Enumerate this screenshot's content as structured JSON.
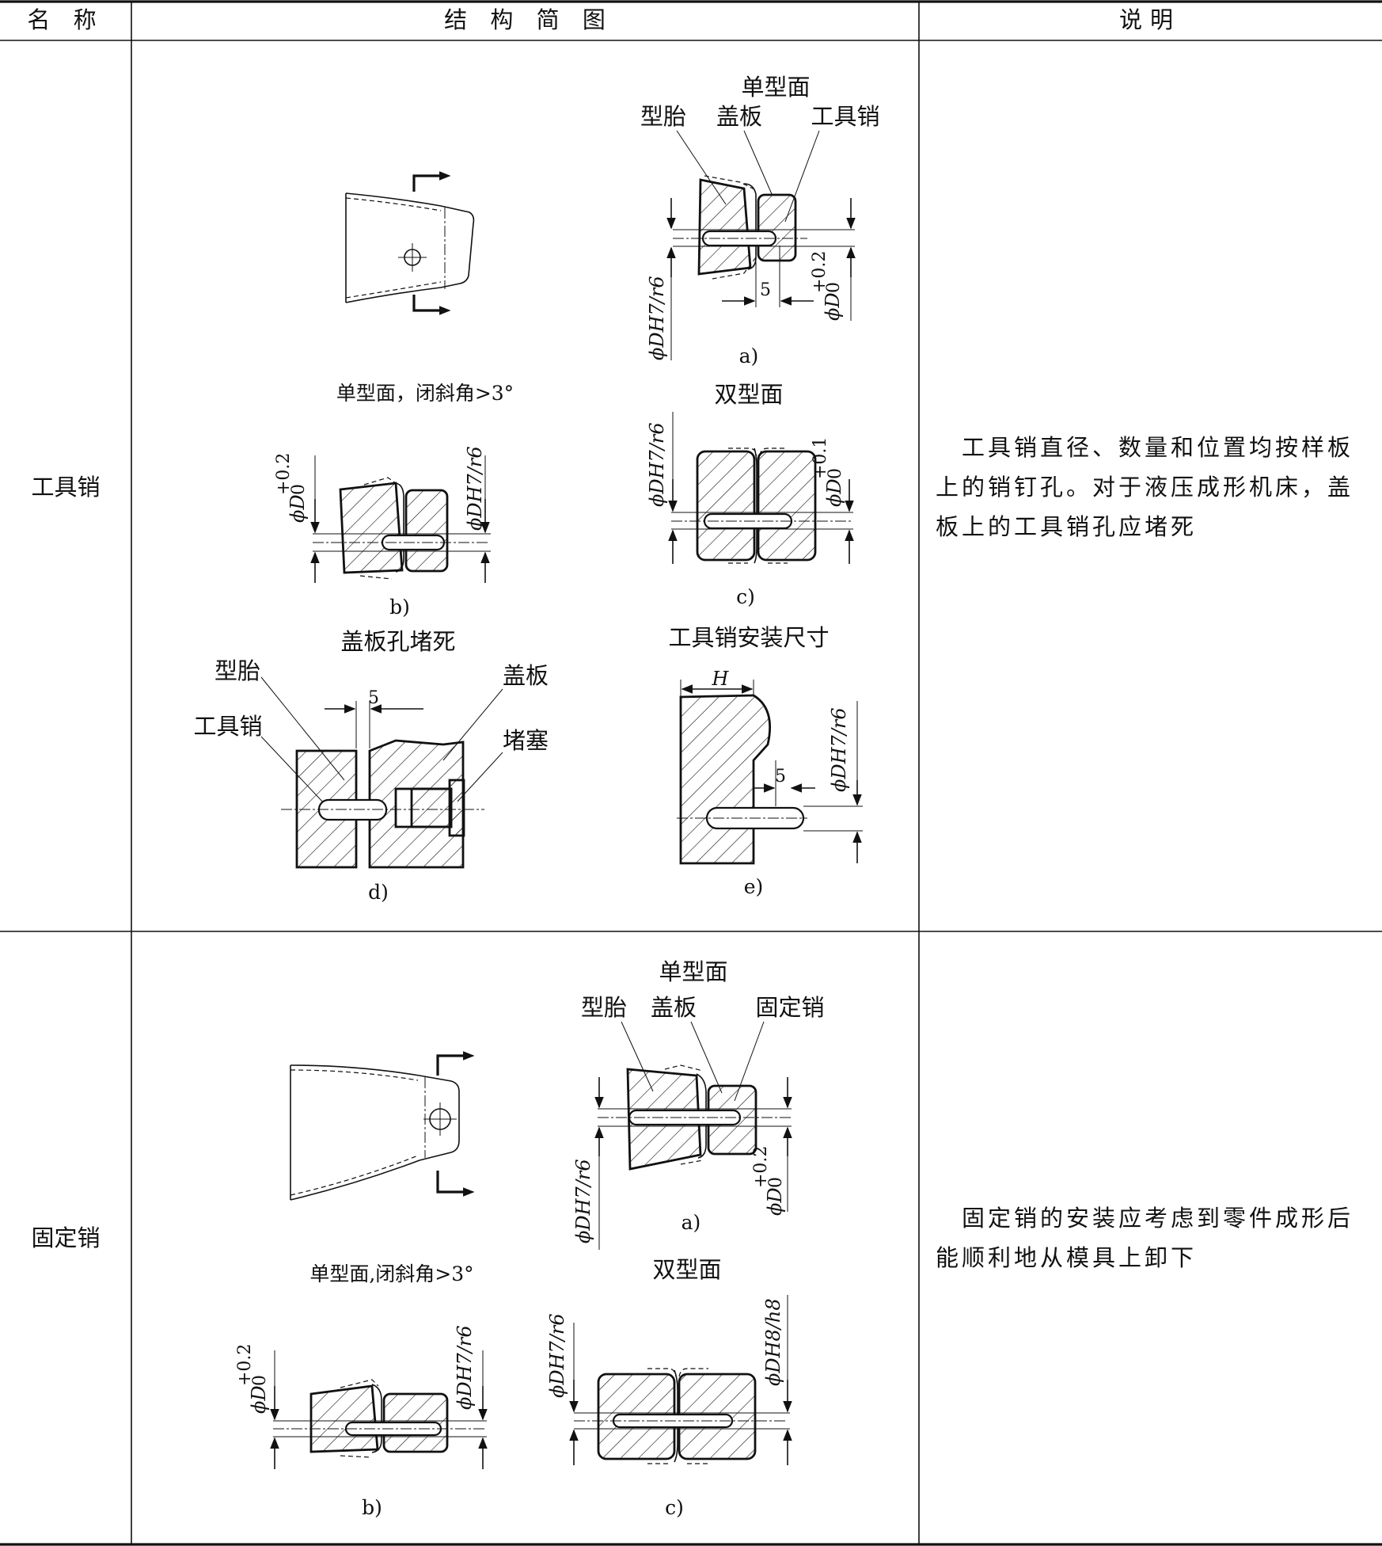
{
  "table": {
    "headers": [
      "名 称",
      "结 构 简 图",
      "说明"
    ],
    "rows": [
      {
        "name": "工具销",
        "description_lines": [
          "工具销直径、数量和位置均按样板",
          "上的销钉孔。对于液压成形机床，盖",
          "板上的工具销孔应堵死"
        ],
        "sketch_caption_main": "单型面，闭斜角>3°",
        "labels": {
          "single_face": "单型面",
          "die": "型胎",
          "cover": "盖板",
          "pin": "工具销",
          "double_face": "双型面",
          "plug_title": "盖板孔堵死",
          "plug": "堵塞",
          "install_title": "工具销安装尺寸",
          "h": "H"
        },
        "fig_labels": [
          "a)",
          "b)",
          "c)",
          "d)",
          "e)"
        ],
        "dims": {
          "fit": "ϕDH7/r6",
          "tol_base": "ϕD",
          "tol_up_02": "+0.2",
          "tol_up_01": "+0.1",
          "tol_low": "0",
          "five": "5"
        }
      },
      {
        "name": "固定销",
        "description_lines": [
          "固定销的安装应考虑到零件成形后",
          "能顺利地从模具上卸下"
        ],
        "sketch_caption_main": "单型面,闭斜角>3°",
        "labels": {
          "single_face": "单型面",
          "die": "型胎",
          "cover": "盖板",
          "pin": "固定销",
          "double_face": "双型面"
        },
        "fig_labels": [
          "a)",
          "b)",
          "c)"
        ],
        "dims": {
          "fit": "ϕDH7/r6",
          "fit_h8": "ϕDH8/h8",
          "tol_base": "ϕD",
          "tol_up_02": "+0.2",
          "tol_low": "0"
        }
      }
    ]
  }
}
